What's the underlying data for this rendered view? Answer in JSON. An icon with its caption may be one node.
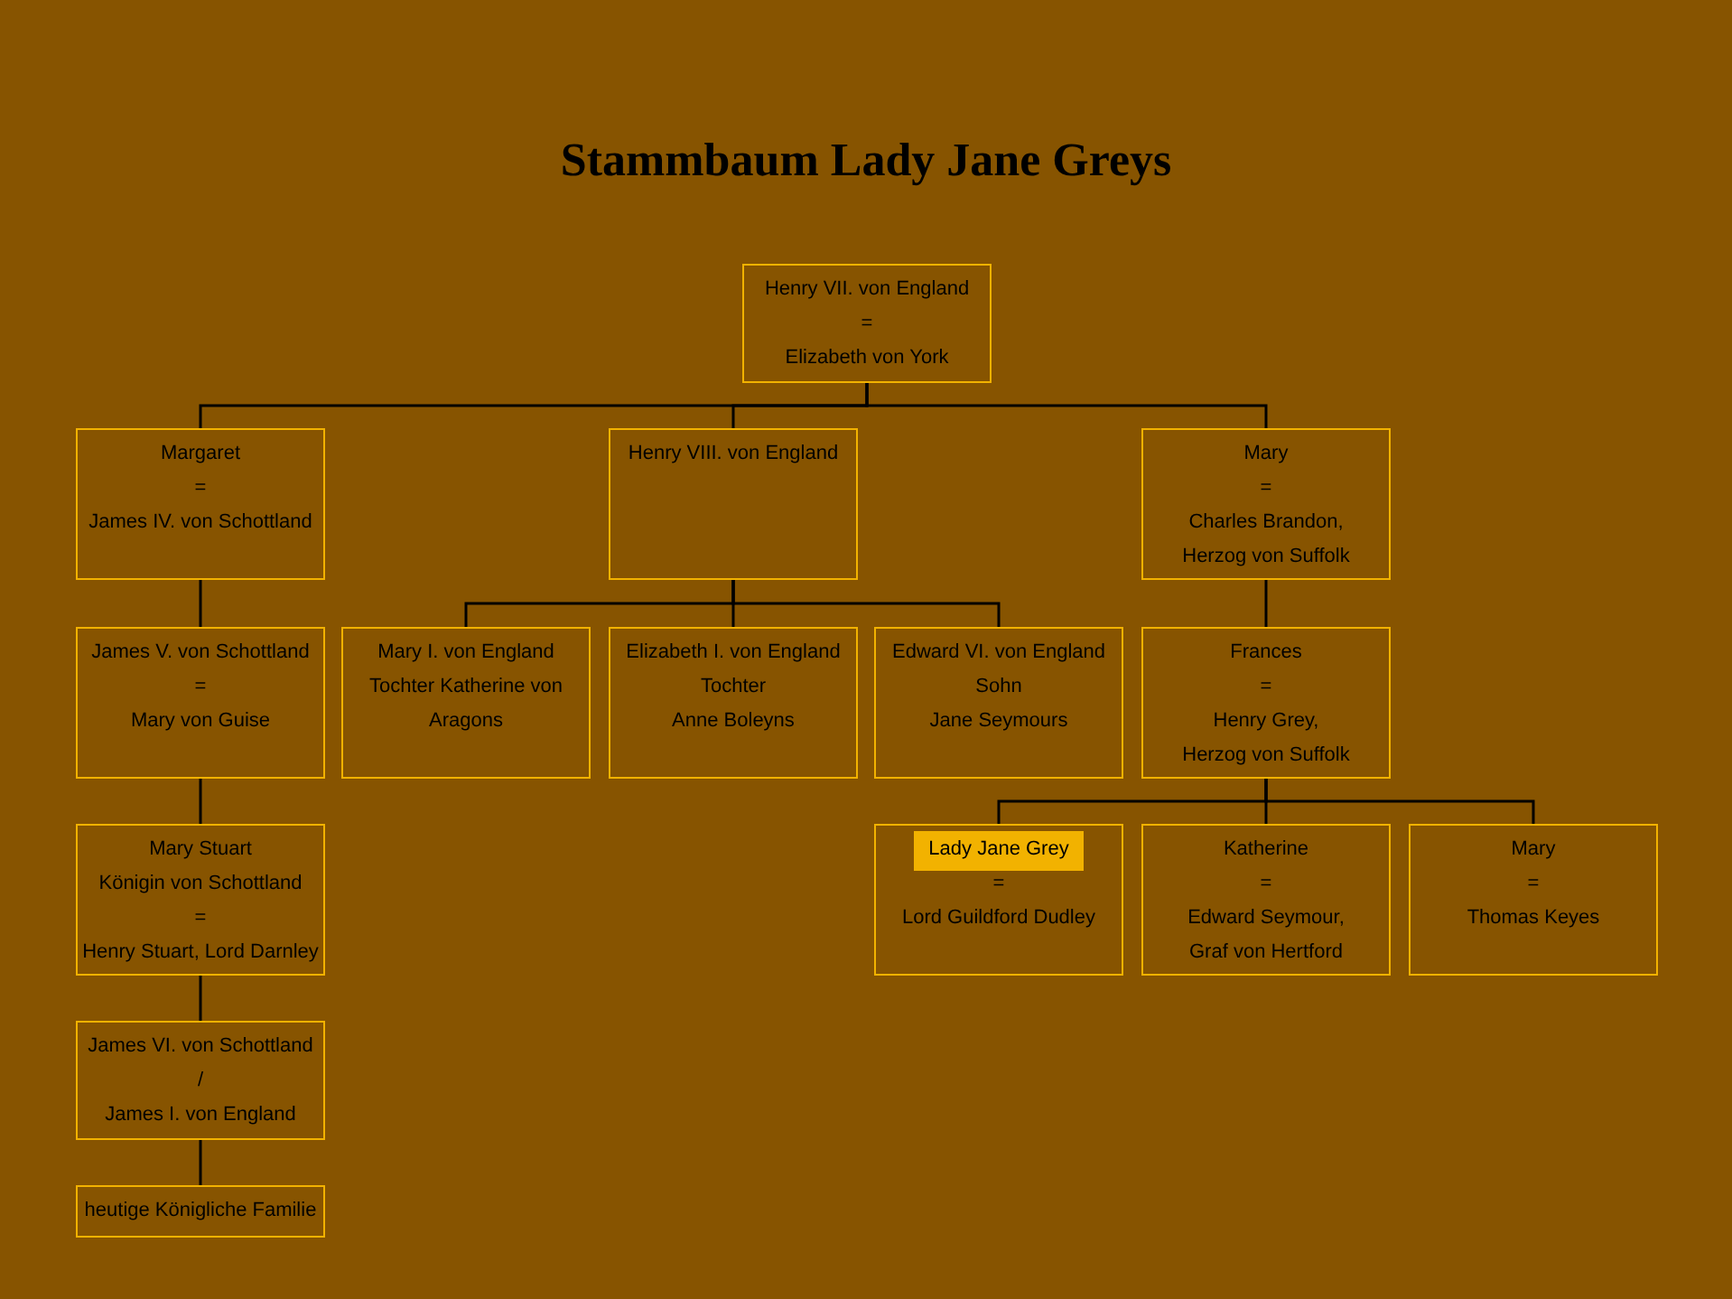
{
  "diagram": {
    "title": "Stammbaum Lady Jane Greys",
    "nodes": [
      {
        "text": [
          "Henry VII. von England",
          "=",
          "Elizabeth von York"
        ]
      },
      {
        "text": [
          "Margaret",
          "=",
          "James IV. von Schottland"
        ]
      },
      {
        "text": [
          "Henry VIII. von England"
        ]
      },
      {
        "text": [
          "Mary",
          "=",
          "Charles Brandon,",
          "Herzog von Suffolk"
        ]
      },
      {
        "text": [
          "James V. von Schottland",
          "=",
          "Mary von Guise"
        ]
      },
      {
        "text": [
          "Mary I. von England",
          "Tochter Katherine von Aragons"
        ]
      },
      {
        "text": [
          "Elizabeth I. von England",
          "Tochter",
          "Anne Boleyns"
        ]
      },
      {
        "text": [
          "Edward VI. von England",
          "Sohn",
          "Jane Seymours"
        ]
      },
      {
        "text": [
          "Frances",
          "=",
          "Henry Grey,",
          "Herzog von Suffolk"
        ]
      },
      {
        "text": [
          "Mary Stuart",
          "Königin von Schottland",
          "=",
          "Henry Stuart, Lord Darnley"
        ]
      },
      {
        "text": [
          "Lady Jane Grey",
          "=",
          "Lord Guildford Dudley"
        ]
      },
      {
        "text": [
          "Katherine",
          "=",
          "Edward Seymour,",
          "Graf von Hertford"
        ]
      },
      {
        "text": [
          "Mary",
          "=",
          "Thomas Keyes"
        ]
      },
      {
        "text": [
          "James VI. von Schottland",
          "/",
          "James I. von England"
        ]
      },
      {
        "text": [
          "heutige Königliche Familie"
        ]
      }
    ],
    "edges": [
      {
        "from": 0,
        "to": 1,
        "arrow": "none"
      },
      {
        "from": 0,
        "to": 2,
        "arrow": "none"
      },
      {
        "from": 0,
        "to": 3,
        "arrow": "none"
      },
      {
        "from": 1,
        "to": 4,
        "arrow": "none"
      },
      {
        "from": 2,
        "to": 5,
        "arrow": "none"
      },
      {
        "from": 2,
        "to": 6,
        "arrow": "none"
      },
      {
        "from": 2,
        "to": 7,
        "arrow": "none"
      },
      {
        "from": 3,
        "to": 8,
        "arrow": "none"
      },
      {
        "from": 4,
        "to": 9,
        "arrow": "none"
      },
      {
        "from": 8,
        "to": 10,
        "arrow": "none"
      },
      {
        "from": 8,
        "to": 11,
        "arrow": "none"
      },
      {
        "from": 8,
        "to": 12,
        "arrow": "none"
      },
      {
        "from": 9,
        "to": 13,
        "arrow": "none"
      },
      {
        "from": 13,
        "to": 14,
        "arrow": "none"
      }
    ]
  }
}
